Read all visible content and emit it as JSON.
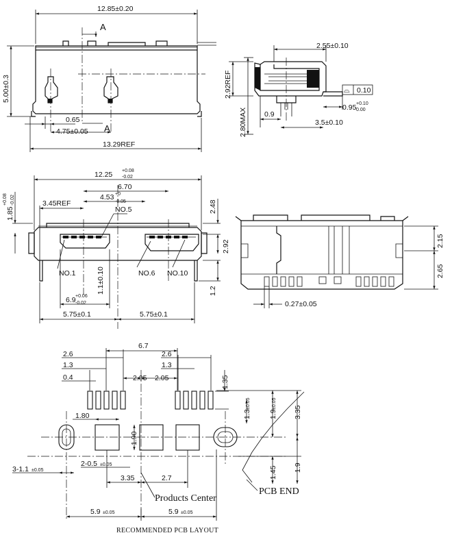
{
  "top_view": {
    "width": "12.85±0.20",
    "height": "5.00±0.3",
    "section_a_top": "A",
    "section_a_bottom": "A",
    "offset": "0.65",
    "pitch": "4.75±0.05",
    "overall": "13.29REF"
  },
  "side_view": {
    "depth": "2.55±0.10",
    "height_ref": "2.92REF",
    "flatness_symbol": "⌓",
    "flatness_value": "0.10",
    "tail": "0.95",
    "tail_tol_plus": "+0.10",
    "tail_tol_minus": "0.00",
    "offset": "0.9",
    "lead": "3.5±0.10",
    "max_height": "2.80MAX"
  },
  "front_view": {
    "width": "12.25",
    "width_tol_plus": "+0.08",
    "width_tol_minus": "-0.02",
    "span": "6.70",
    "left_ref": "3.45REF",
    "pitch_a": "4.53",
    "pitch_a_tol_plus": "+0",
    "pitch_a_tol_minus": "-0.05",
    "height_left": "1.85",
    "height_left_tol_plus": "+0.08",
    "height_left_tol_minus": "-0.02",
    "no5": "NO.5",
    "no1": "NO.1",
    "no6": "NO.6",
    "no10": "NO.10",
    "slot_offset": "1.1±0.10",
    "port_width": "6.9",
    "port_width_tol_plus": "+0.06",
    "port_width_tol_minus": "-0.02",
    "half_left": "5.75±0.1",
    "half_right": "5.75±0.1",
    "top_height": "2.48",
    "opening": "2.92",
    "leg": "1.2"
  },
  "rear_view": {
    "upper": "2.15",
    "lower": "2.65",
    "pin_width": "0.27±0.05"
  },
  "pcb_layout": {
    "left_group_width": "2.6",
    "left_group_inner": "1.3",
    "pin_width": "0.4",
    "center_span": "6.7",
    "center_gap_left": "2.05",
    "center_gap_right": "2.05",
    "right_group_width": "2.6",
    "right_group_inner": "1.3",
    "pin_length": "1.35",
    "pad_width": "1.80",
    "pad_height": "1.90",
    "row_pitch": "1.3",
    "row_pitch_tol": "±0.05",
    "pad_row": "1.9",
    "pad_row_tol": "±0.05",
    "total_height": "3.35",
    "slot_height": "1.45",
    "slot_to_edge": "1.9",
    "hole_dim": "3-1.1",
    "hole_dim_tol": "±0.05",
    "slot_dim": "2-0.5",
    "slot_dim_tol": "±0.05",
    "pad_offset": "3.35",
    "pad_gap": "2.7",
    "center_label": "Products Center",
    "edge_label": "PCB END",
    "half_left": "5.9",
    "half_left_tol": "±0.05",
    "half_right": "5.9",
    "half_right_tol": "±0.05",
    "caption": "RECOMMENDED PCB LAYOUT"
  }
}
